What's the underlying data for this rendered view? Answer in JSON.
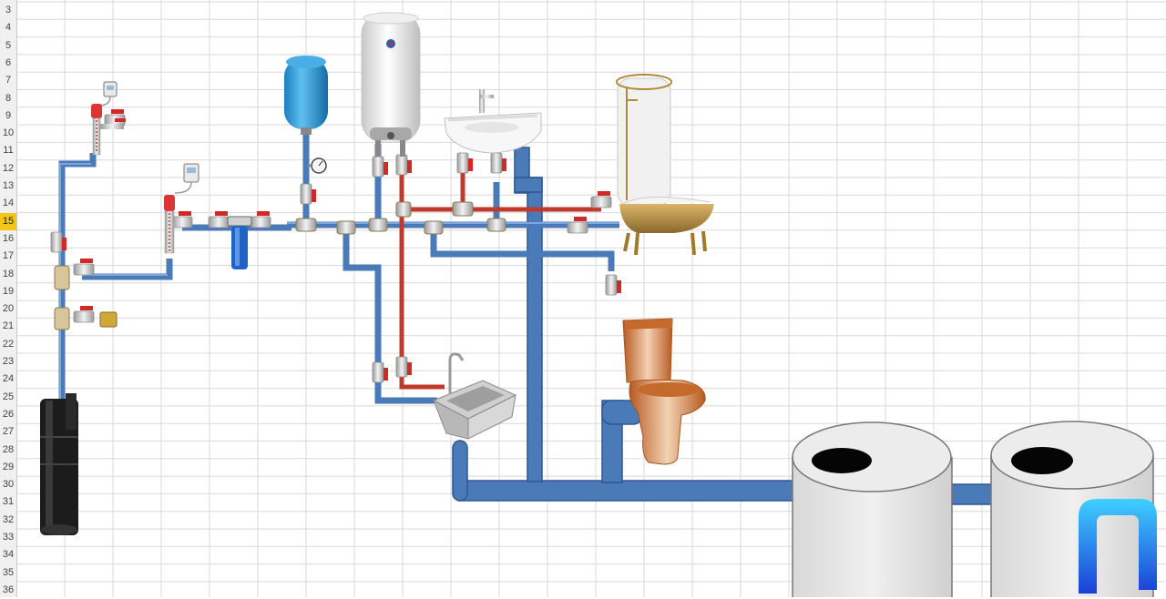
{
  "sheet": {
    "row_numbers": [
      "3",
      "4",
      "5",
      "6",
      "7",
      "8",
      "9",
      "10",
      "11",
      "12",
      "13",
      "14",
      "15",
      "16",
      "17",
      "18",
      "19",
      "20",
      "21",
      "22",
      "23",
      "24",
      "25",
      "26",
      "27",
      "28",
      "29",
      "30",
      "31",
      "32",
      "33",
      "34",
      "35",
      "36"
    ],
    "selected_row": "15"
  },
  "colors": {
    "cold_pipe": "#4a7ab8",
    "cold_pipe_edge": "#2e5690",
    "hot_pipe": "#c0392b",
    "sewer_pipe": "#4a7ab8",
    "gridline": "#d9d9d9",
    "tank": "#e6e6e6",
    "expansion_tank": "#2d9bd6",
    "valve_handle": "#d12828",
    "logo": "#1e6fe0"
  },
  "components": [
    {
      "name": "submersible-pump-icon"
    },
    {
      "name": "pressure-switch-icon"
    },
    {
      "name": "check-valve-icon"
    },
    {
      "name": "ball-valve-icon"
    },
    {
      "name": "water-filter-icon"
    },
    {
      "name": "expansion-tank-icon"
    },
    {
      "name": "pressure-gauge-icon"
    },
    {
      "name": "water-heater-icon"
    },
    {
      "name": "washbasin-icon"
    },
    {
      "name": "bathtub-icon"
    },
    {
      "name": "toilet-icon"
    },
    {
      "name": "kitchen-sink-icon"
    },
    {
      "name": "septic-tank-icon"
    },
    {
      "name": "logo-icon"
    }
  ]
}
